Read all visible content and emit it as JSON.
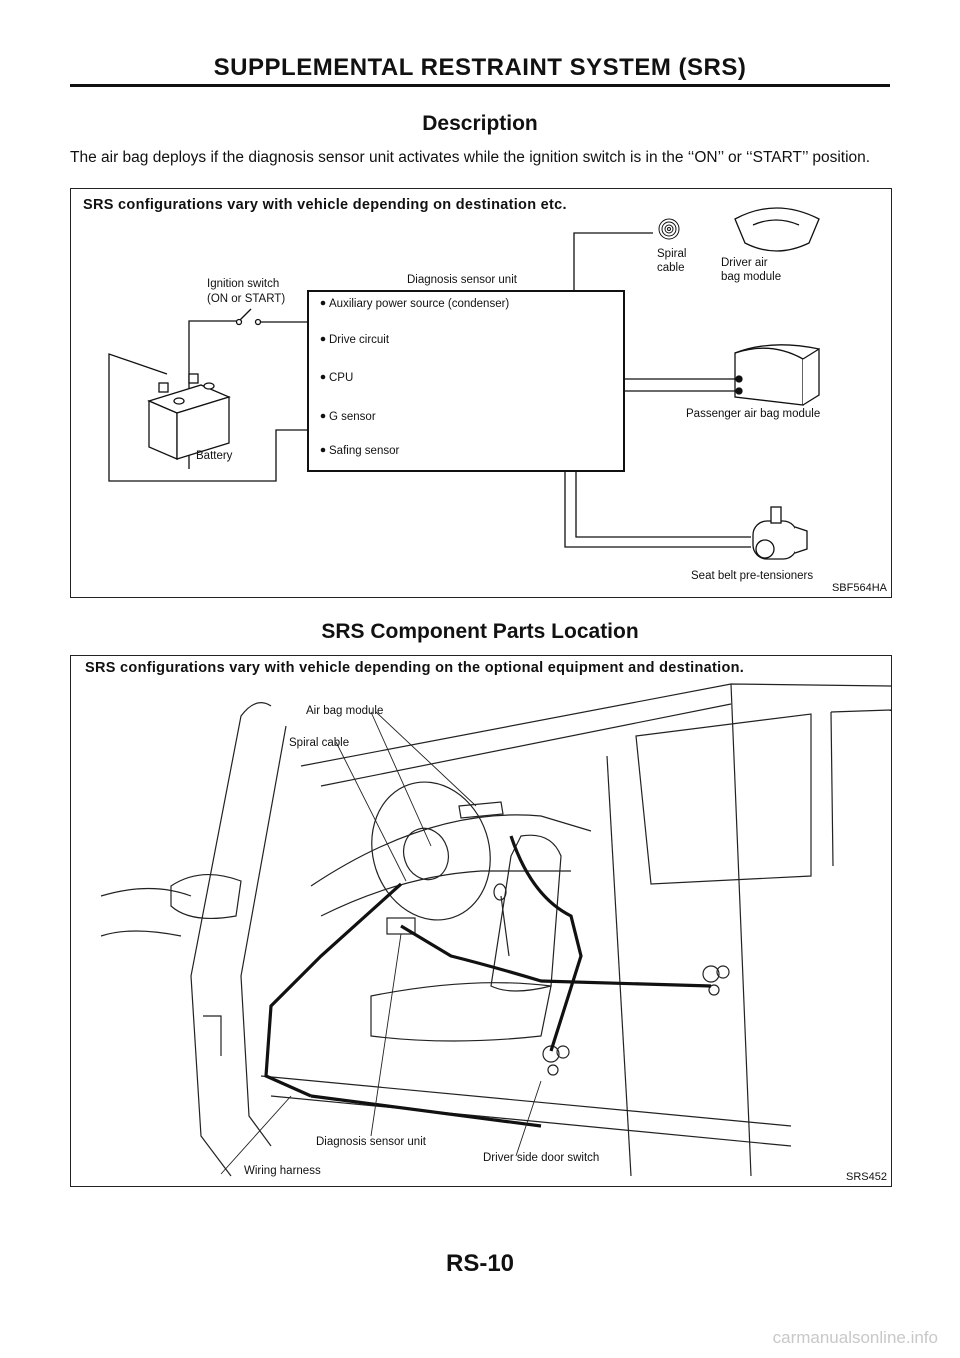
{
  "header": {
    "title": "SUPPLEMENTAL RESTRAINT SYSTEM (SRS)"
  },
  "description": {
    "heading": "Description",
    "paragraph": "The air bag deploys if the diagnosis sensor unit activates while the ignition switch is in the ‘‘ON’’ or ‘‘START’’ position."
  },
  "figure1": {
    "note": "SRS configurations vary with vehicle depending on destination etc.",
    "code": "SBF564HA",
    "labels": {
      "ignition_switch_1": "Ignition switch",
      "ignition_switch_2": "(ON or START)",
      "diagnosis_sensor_unit": "Diagnosis sensor unit",
      "spiral_cable_1": "Spiral",
      "spiral_cable_2": "cable",
      "driver_airbag_1": "Driver air",
      "driver_airbag_2": "bag module",
      "battery": "Battery",
      "passenger_airbag": "Passenger air bag module",
      "seat_belt": "Seat belt pre-tensioners"
    },
    "unit_items": [
      "Auxiliary power source (condenser)",
      "Drive circuit",
      "CPU",
      "G sensor",
      "Safing sensor"
    ]
  },
  "location": {
    "heading": "SRS Component Parts Location"
  },
  "figure2": {
    "note": "SRS configurations vary with vehicle depending on the optional equipment and destination.",
    "code": "SRS452",
    "labels": {
      "air_bag_module": "Air bag module",
      "spiral_cable": "Spiral cable",
      "diagnosis_sensor_unit": "Diagnosis sensor unit",
      "driver_side_door_switch": "Driver side door switch",
      "wiring_harness": "Wiring harness"
    }
  },
  "footer": {
    "page_number": "RS-10"
  },
  "watermark": "carmanualsonline.info"
}
